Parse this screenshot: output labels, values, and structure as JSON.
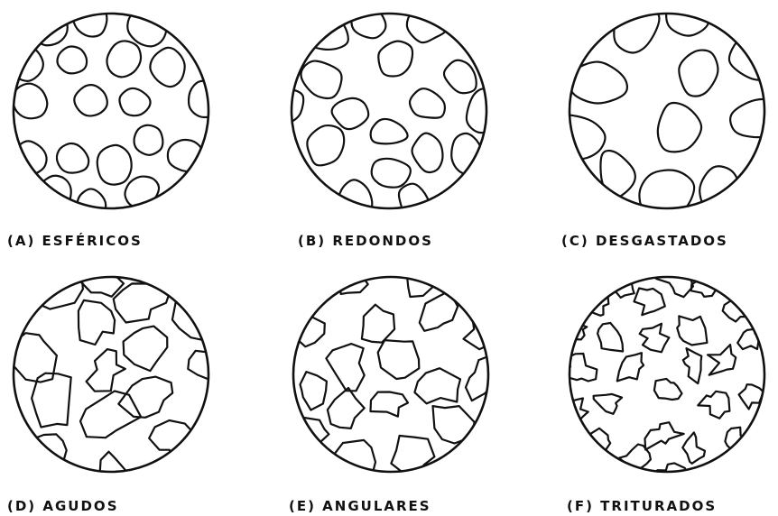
{
  "figure": {
    "panels": [
      {
        "id": "A",
        "caption": "(A) ESFÉRICOS",
        "shape": "spherical"
      },
      {
        "id": "B",
        "caption": "(B) REDONDOS",
        "shape": "rounded"
      },
      {
        "id": "C",
        "caption": "(C) DESGASTADOS",
        "shape": "worn"
      },
      {
        "id": "D",
        "caption": "(D) AGUDOS",
        "shape": "sharp"
      },
      {
        "id": "E",
        "caption": "(E) ANGULARES",
        "shape": "angular"
      },
      {
        "id": "F",
        "caption": "(F) TRITURADOS",
        "shape": "crushed"
      }
    ],
    "colors": {
      "stroke": "#111111",
      "background": "#ffffff"
    }
  }
}
